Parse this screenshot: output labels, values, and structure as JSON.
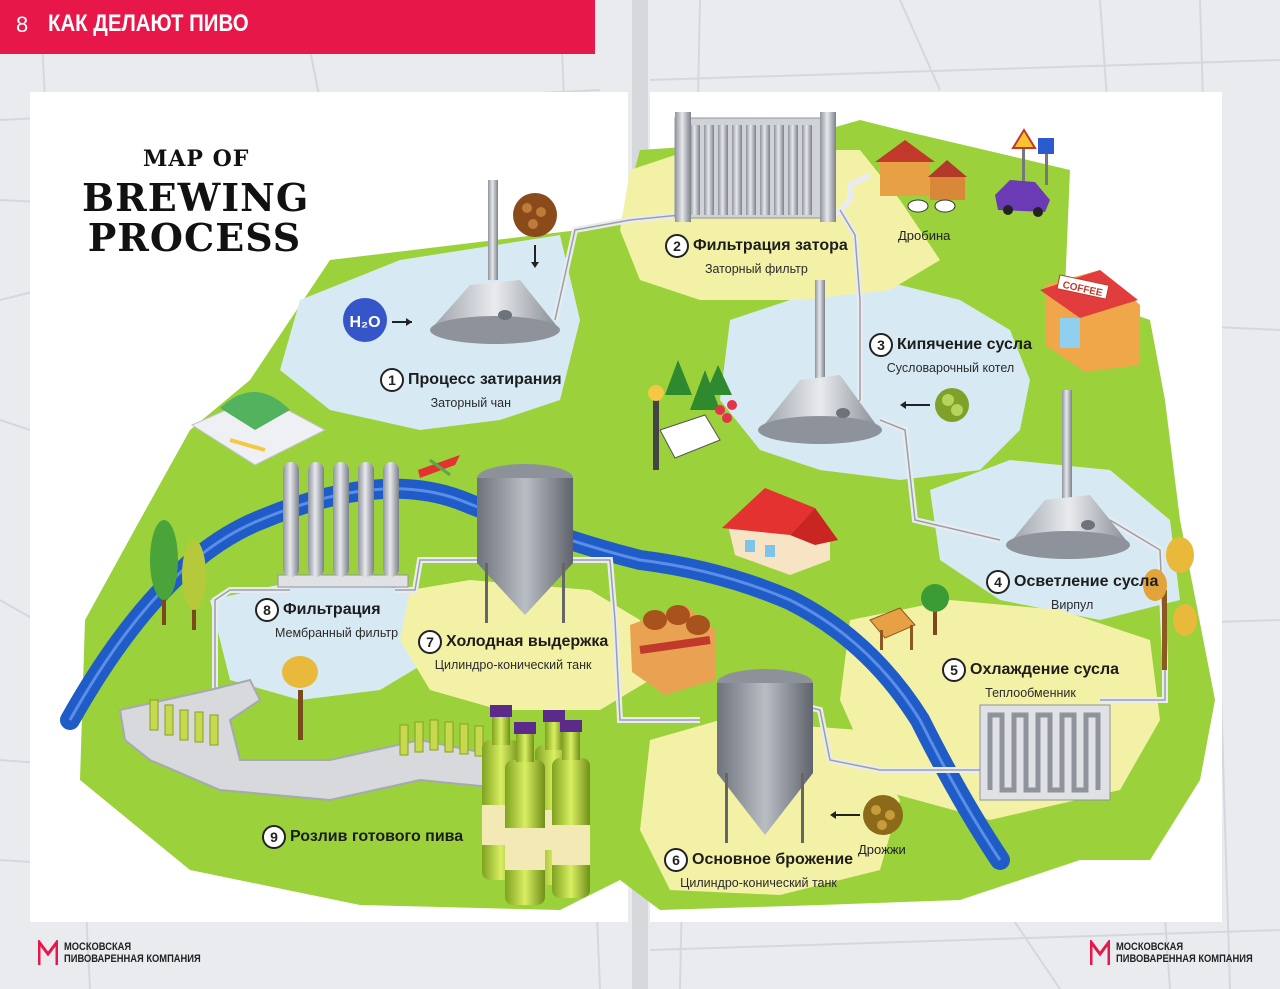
{
  "header": {
    "page_number": "8",
    "title": "КАК ДЕЛАЮТ ПИВО"
  },
  "map_title": {
    "line1": "MAP OF",
    "line2": "BREWING",
    "line3": "PROCESS"
  },
  "steps": [
    {
      "number": "1",
      "title": "Процесс затирания",
      "subtitle": "Заторный чан"
    },
    {
      "number": "2",
      "title": "Фильтрация затора",
      "subtitle": "Заторный фильтр"
    },
    {
      "number": "3",
      "title": "Кипячение сусла",
      "subtitle": "Сусловарочный котел"
    },
    {
      "number": "4",
      "title": "Осветление сусла",
      "subtitle": "Вирпул"
    },
    {
      "number": "5",
      "title": "Охлаждение сусла",
      "subtitle": "Теплообменник"
    },
    {
      "number": "6",
      "title": "Основное брожение",
      "subtitle": "Цилиндро-конический танк"
    },
    {
      "number": "7",
      "title": "Холодная выдержка",
      "subtitle": "Цилиндро-конический танк"
    },
    {
      "number": "8",
      "title": "Фильтрация",
      "subtitle": "Мембранный фильтр"
    },
    {
      "number": "9",
      "title": "Розлив готового пива",
      "subtitle": ""
    }
  ],
  "labels": {
    "drobina": "Дробина",
    "drozhzhi": "Дрожжи",
    "h2o": "H2O",
    "coffee": "COFFEE"
  },
  "brand": {
    "line1": "МОСКОВСКАЯ",
    "line2": "ПИВОВАРЕННАЯ КОМПАНИЯ"
  },
  "colors": {
    "header_red": "#e8174a",
    "grass": "#9bd13a",
    "water": "#d7eaf3",
    "sand": "#f3f1a6",
    "river": "#1f5cc7",
    "steel": "#b8bcc4"
  }
}
